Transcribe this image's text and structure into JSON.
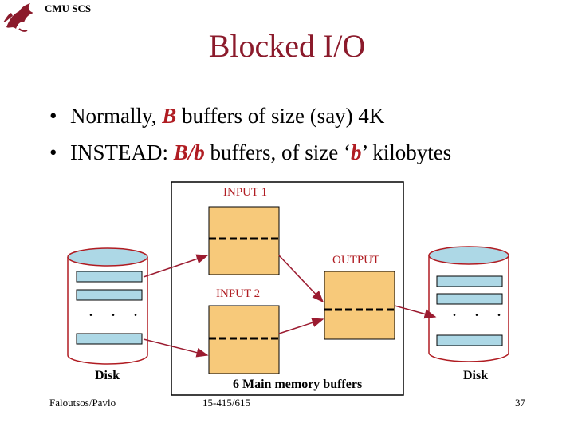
{
  "header": {
    "org": "CMU SCS",
    "logo_icon": "dragon-logo-icon"
  },
  "title": "Blocked I/O",
  "bullets": [
    {
      "pre": "Normally, ",
      "em": "B",
      "post": " buffers of size (say) 4K"
    },
    {
      "pre": "INSTEAD: ",
      "em": "B/b",
      "mid": " buffers, of size ‘",
      "em2": "b",
      "post": "’ kilobytes"
    }
  ],
  "diagram": {
    "input1_label": "INPUT 1",
    "input2_label": "INPUT 2",
    "output_label": "OUTPUT",
    "left_disk_label": "Disk",
    "right_disk_label": "Disk",
    "left_dots": ". . .",
    "right_dots": ". . .",
    "memory_label": "6 Main memory buffers"
  },
  "footer": {
    "left": "Faloutsos/Pavlo",
    "center": "15-415/615",
    "page": "37"
  },
  "colors": {
    "title": "#8b1a2b",
    "accent": "#b01c22",
    "buffer_fill": "#f7c97a",
    "disk_page": "#add8e6",
    "arrow": "#9b1b30"
  }
}
